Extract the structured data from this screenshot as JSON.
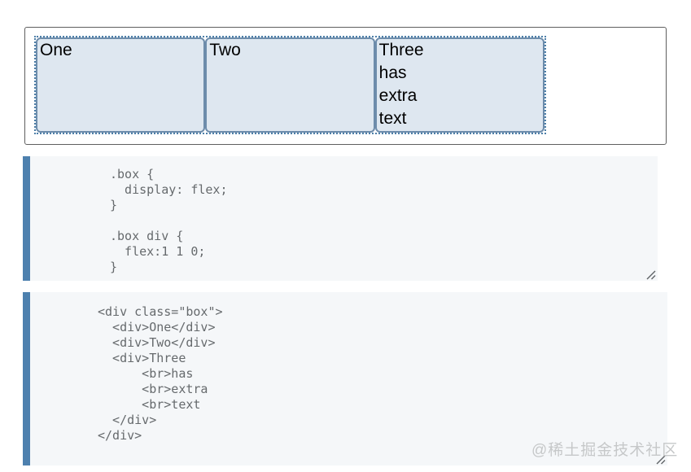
{
  "demo": {
    "items": [
      {
        "label": "One"
      },
      {
        "label": "Two"
      },
      {
        "label": "Three\nhas\nextra\ntext"
      }
    ]
  },
  "css_block": {
    "code": ".box {\n  display: flex;\n}\n\n.box div {\n  flex:1 1 0;\n}"
  },
  "html_block": {
    "code": "<div class=\"box\">\n  <div>One</div>\n  <div>Two</div>\n  <div>Three\n      <br>has\n      <br>extra\n      <br>text\n  </div>\n</div>"
  },
  "watermark": "@稀土掘金技术社区",
  "colors": {
    "accent_bar": "#4d80ae",
    "flex_item_bg": "#dee7f0",
    "flex_item_border": "#6d8cab",
    "flex_container_dotted_border": "#4d7fa8",
    "code_bg": "#f5f7f9",
    "code_text": "#666a6d",
    "demo_frame_border": "#5f5f5f",
    "watermark_text": "#c6c8c9"
  }
}
